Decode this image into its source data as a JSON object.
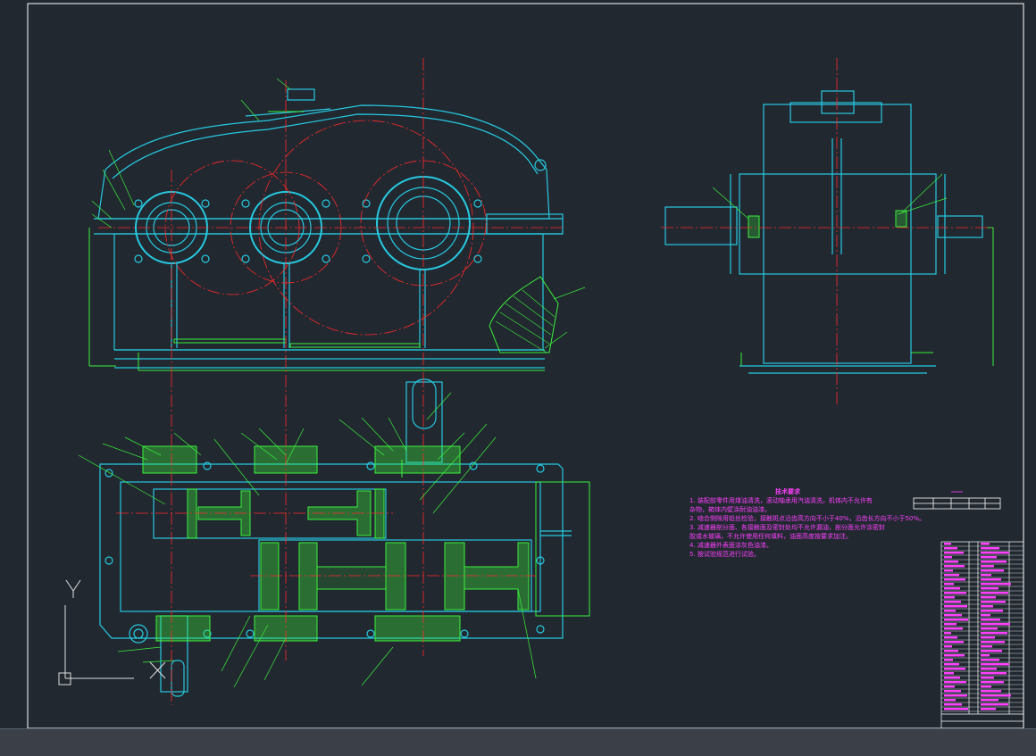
{
  "window": {
    "title": ""
  },
  "technical_requirements": {
    "title": "技术要求",
    "lines": [
      "1. 装配前零件用煤油清洗，滚动轴承用汽油清洗，机体内不允许有",
      "   杂物，箱体内壁涂耐油油漆。",
      "2. 啮合侧隙用铅丝检验，接触斑点沿齿高方向不小于40%，沿齿长方向不小于50%。",
      "3. 减速器剖分面、各接触面及密封处均不允许漏油，剖分面允许涂密封",
      "   胶或水玻璃，不允许使用任何填料，油面高度按要求加注。",
      "4. 减速器外表面涂灰色油漆。",
      "5. 按试验规范进行试验。"
    ]
  },
  "ucs": {
    "y_label": "Y",
    "x_label": "X"
  },
  "colors": {
    "background": "#212830",
    "outline": "#27c9e0",
    "centerline": "#ff2a2a",
    "section": "#3cf03c",
    "frame": "#ffffff",
    "text": "#ff40ff",
    "statusbar": "#3b4048"
  }
}
